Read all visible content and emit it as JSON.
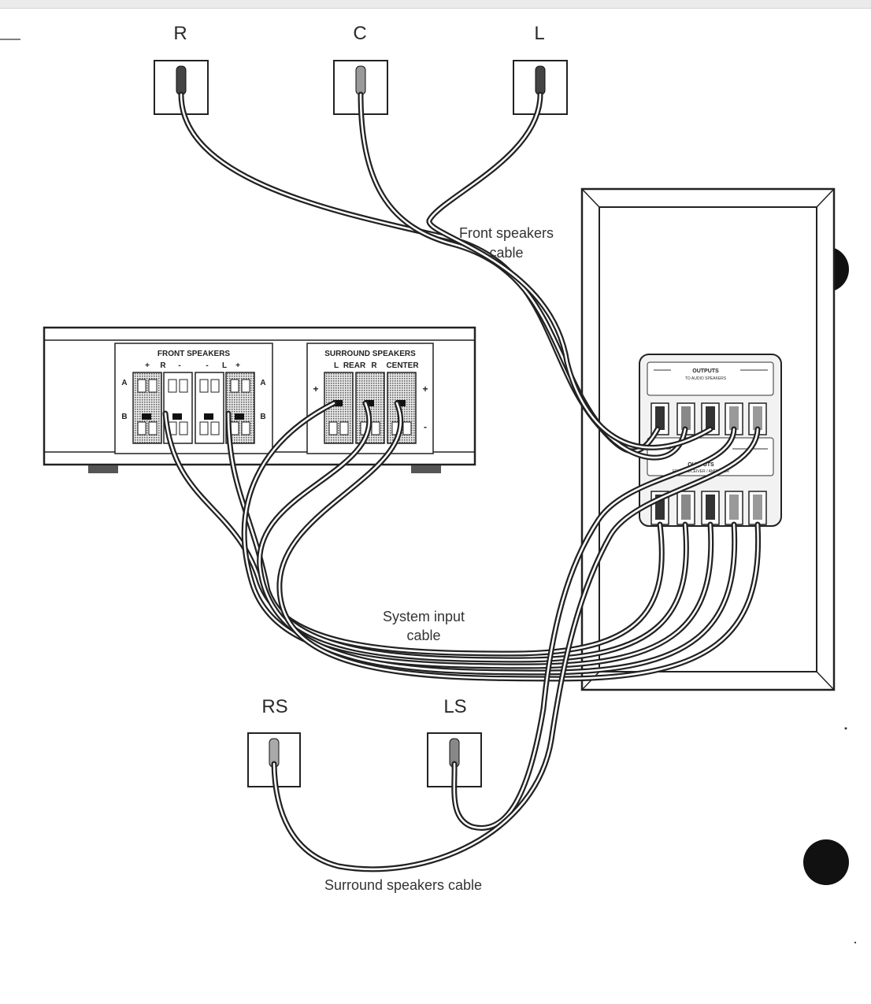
{
  "speakers": {
    "front_right": "R",
    "center": "C",
    "front_left": "L",
    "rear_right": "RS",
    "rear_left": "LS"
  },
  "captions": {
    "front_cable_line1": "Front speakers",
    "front_cable_line2": "cable",
    "system_cable_line1": "System input",
    "system_cable_line2": "cable",
    "surround_cable": "Surround speakers cable"
  },
  "receiver": {
    "front_panel_title": "FRONT SPEAKERS",
    "front_plus": "+",
    "front_r": "R",
    "front_minus": "-",
    "front_l": "L",
    "row_a": "A",
    "row_b": "B",
    "surround_panel_title": "SURROUND SPEAKERS",
    "surround_l": "L",
    "surround_rear": "REAR",
    "surround_r": "R",
    "surround_center": "CENTER",
    "plus": "+",
    "minus": "-"
  },
  "subwoofer": {
    "outputs_label": "OUTPUTS",
    "outputs_sub": "TO AUDIO SPEAKERS",
    "inputs_label": "OUTPUTS",
    "inputs_sub": "FROM RECEIVER / AMPLIFIER"
  }
}
